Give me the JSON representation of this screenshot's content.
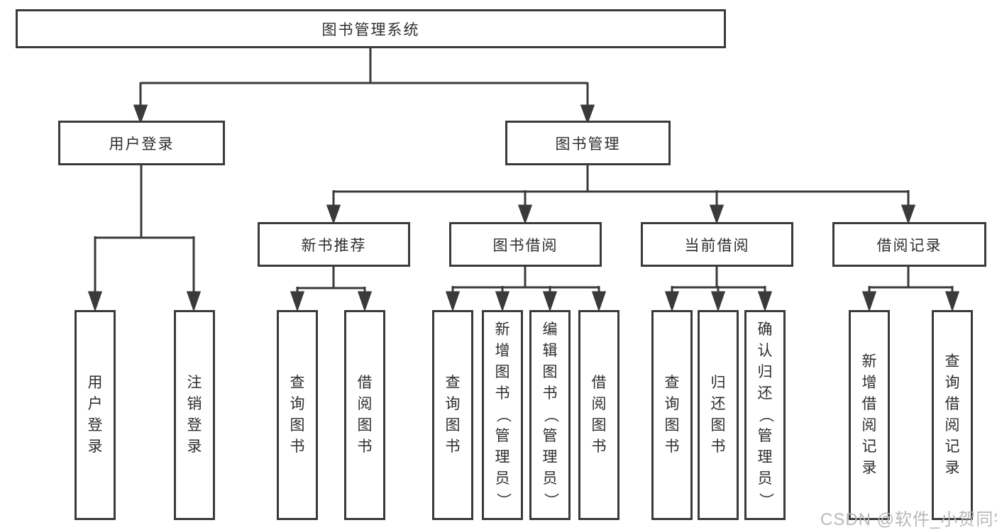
{
  "diagram": {
    "title": "图书管理系统",
    "branches": [
      {
        "label": "用户登录",
        "children": [
          {
            "label": "用户登录"
          },
          {
            "label": "注销登录"
          }
        ]
      },
      {
        "label": "图书管理",
        "children": [
          {
            "label": "新书推荐",
            "children": [
              {
                "label": "查询图书"
              },
              {
                "label": "借阅图书"
              }
            ]
          },
          {
            "label": "图书借阅",
            "children": [
              {
                "label": "查询图书"
              },
              {
                "label": "新增图书（管理员）"
              },
              {
                "label": "编辑图书（管理员）"
              },
              {
                "label": "借阅图书"
              }
            ]
          },
          {
            "label": "当前借阅",
            "children": [
              {
                "label": "查询图书"
              },
              {
                "label": "归还图书"
              },
              {
                "label": "确认归还（管理员）"
              }
            ]
          },
          {
            "label": "借阅记录",
            "children": [
              {
                "label": "新增借阅记录"
              },
              {
                "label": "查询借阅记录"
              }
            ]
          }
        ]
      }
    ]
  },
  "watermark": {
    "text": "CSDN @软件_小贺同学"
  },
  "colors": {
    "line": "#3a3a3a",
    "text": "#2e2e2e",
    "watermark": "#b4b4b4",
    "background": "#ffffff"
  }
}
